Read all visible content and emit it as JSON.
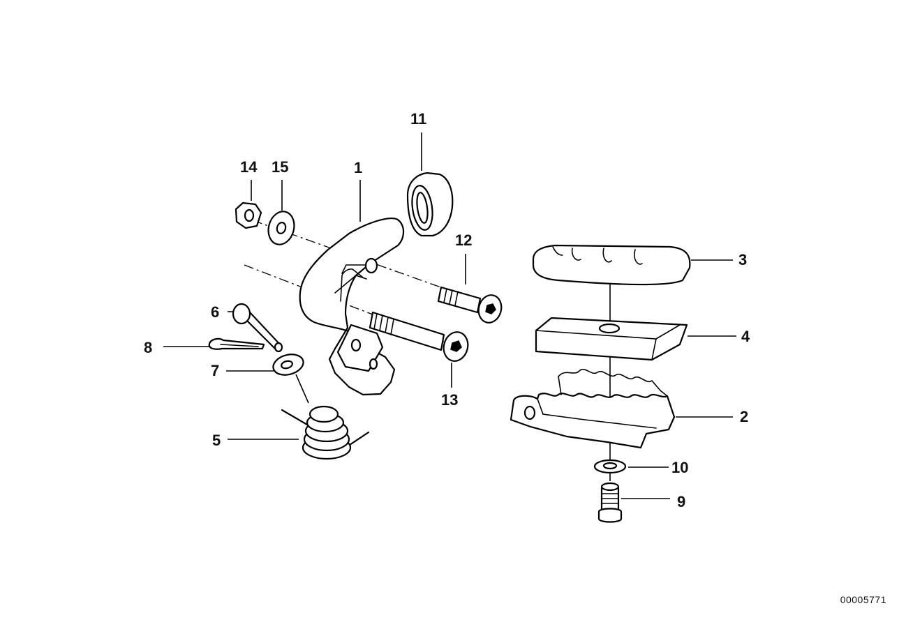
{
  "diagram": {
    "id_label": "00005771",
    "parts": [
      {
        "number": "1",
        "name": "footrest-bracket"
      },
      {
        "number": "2",
        "name": "footrest-peg"
      },
      {
        "number": "3",
        "name": "rubber-pad"
      },
      {
        "number": "4",
        "name": "plate"
      },
      {
        "number": "5",
        "name": "torsion-spring"
      },
      {
        "number": "6",
        "name": "pin"
      },
      {
        "number": "7",
        "name": "washer"
      },
      {
        "number": "8",
        "name": "cotter-pin"
      },
      {
        "number": "9",
        "name": "screw"
      },
      {
        "number": "10",
        "name": "washer"
      },
      {
        "number": "11",
        "name": "rubber-bumper"
      },
      {
        "number": "12",
        "name": "cap-screw"
      },
      {
        "number": "13",
        "name": "cap-screw"
      },
      {
        "number": "14",
        "name": "hex-nut"
      },
      {
        "number": "15",
        "name": "washer"
      }
    ]
  }
}
